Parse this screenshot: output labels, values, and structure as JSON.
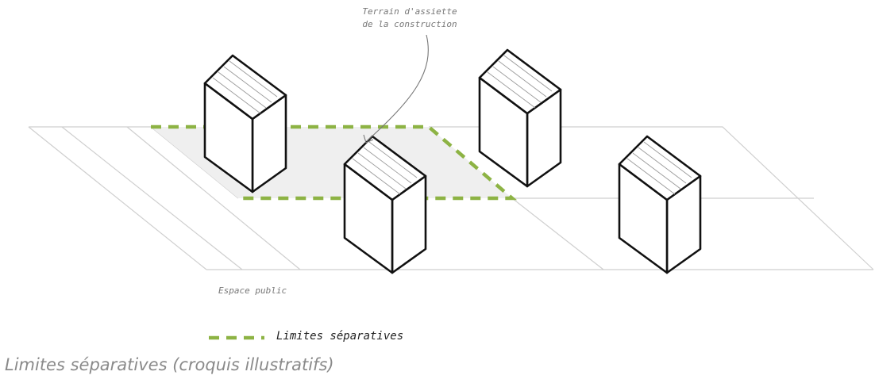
{
  "annotation": {
    "line1": "Terrain d'assiette",
    "line2": "de la construction"
  },
  "public_space_label": "Espace public",
  "legend": {
    "label": "Limites séparatives",
    "color": "#8db344"
  },
  "caption": "Limites séparatives (croquis illustratifs)"
}
